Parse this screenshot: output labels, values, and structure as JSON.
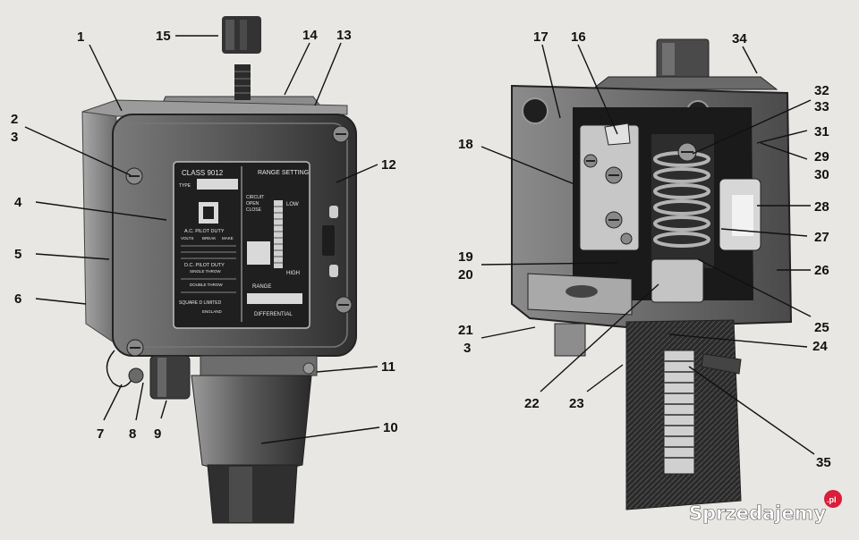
{
  "nameplate": {
    "class_label": "CLASS 9012",
    "type_label": "TYPE",
    "range_setting": "RANGE SETTING",
    "circuit_lines": [
      "CIRCUIT",
      "OPEN",
      "CLOSE"
    ],
    "ac_pilot_duty": "A.C. PILOT DUTY",
    "volts_row": [
      "VOLTS",
      "BREAK",
      "MAKE"
    ],
    "dc_pilot_duty": "D.C. PILOT DUTY",
    "single_throw": "SINGLE THROW",
    "double_throw": "DOUBLE THROW",
    "low": "LOW",
    "high": "HIGH",
    "range": "RANGE",
    "differential": "DIFFERENTIAL",
    "maker": "SQUARE D LIMITED",
    "maker_place": "ENGLAND"
  },
  "callouts_left": [
    "1",
    "2",
    "3",
    "4",
    "5",
    "6",
    "7",
    "8",
    "9",
    "10",
    "11",
    "12",
    "13",
    "14",
    "15"
  ],
  "callouts_right": [
    "16",
    "17",
    "18",
    "19",
    "20",
    "21",
    "3",
    "22",
    "23",
    "24",
    "25",
    "26",
    "27",
    "28",
    "29",
    "30",
    "31",
    "32",
    "33",
    "34",
    "35"
  ],
  "watermark": {
    "brand": "Sprzedajemy",
    "suffix": ".pl"
  },
  "colors": {
    "paper": "#e9e7e4",
    "metal_dark": "#3f3f3f",
    "metal_mid": "#6e6e6e",
    "metal_light": "#a9a9a9",
    "plate": "#2b2b2b",
    "watermark_badge": "#d81e3a"
  }
}
